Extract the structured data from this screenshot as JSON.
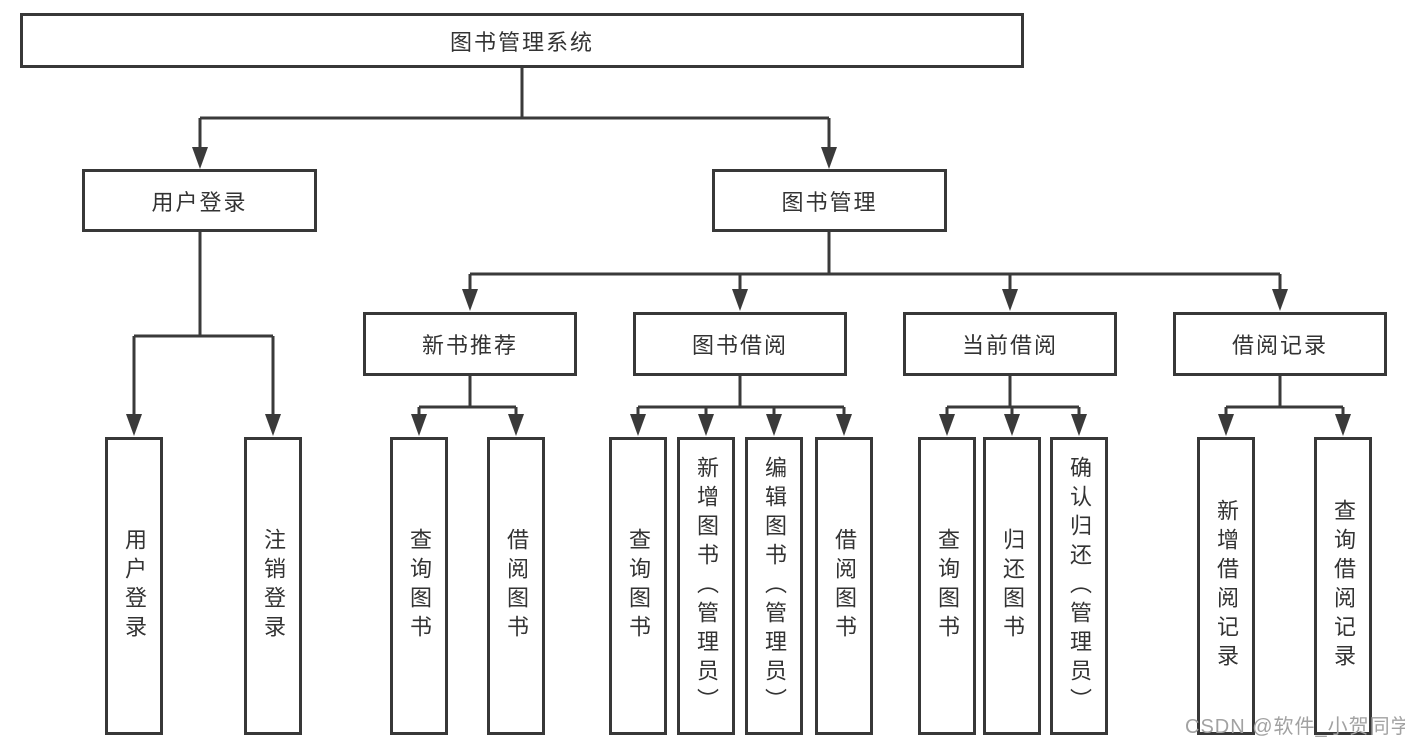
{
  "colors": {
    "line": "#3a3a3a",
    "box_border": "#383838",
    "text": "#333333",
    "background": "#ffffff",
    "watermark": "#a2a2a2"
  },
  "tree": {
    "root": {
      "label": "图书管理系统"
    },
    "branches": [
      {
        "label": "用户登录",
        "children": [
          {
            "label": "用户登录"
          },
          {
            "label": "注销登录"
          }
        ]
      },
      {
        "label": "图书管理",
        "children": [
          {
            "label": "新书推荐",
            "children": [
              {
                "label": "查询图书"
              },
              {
                "label": "借阅图书"
              }
            ]
          },
          {
            "label": "图书借阅",
            "children": [
              {
                "label": "查询图书"
              },
              {
                "label": "新增图书（管理员）"
              },
              {
                "label": "编辑图书（管理员）"
              },
              {
                "label": "借阅图书"
              }
            ]
          },
          {
            "label": "当前借阅",
            "children": [
              {
                "label": "查询图书"
              },
              {
                "label": "归还图书"
              },
              {
                "label": "确认归还（管理员）"
              }
            ]
          },
          {
            "label": "借阅记录",
            "children": [
              {
                "label": "新增借阅记录"
              },
              {
                "label": "查询借阅记录"
              }
            ]
          }
        ]
      }
    ]
  },
  "watermark": {
    "text": "CSDN @软件_小贺同学"
  }
}
